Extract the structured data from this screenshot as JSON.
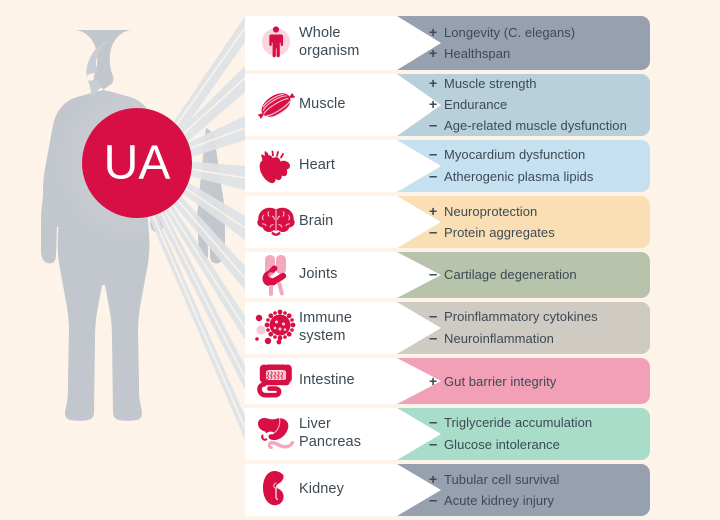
{
  "theme": {
    "background": "#fdf3e8",
    "badge_color": "#d80f45",
    "badge_text_color": "#ffffff",
    "silhouette_color": "#c2c7cd",
    "ray_color": "#dfe3e6",
    "text_color": "#3c4a55",
    "icon_color": "#d80f45"
  },
  "badge": {
    "label": "UA"
  },
  "signs": {
    "plus": "+",
    "minus": "–"
  },
  "figure": {
    "silhouette_name": "human-body-silhouette"
  },
  "rows": [
    {
      "organ": "Whole\norganism",
      "organ_line1": "Whole",
      "organ_line2": "organism",
      "icon": "whole-organism-icon",
      "panel_color": "#97a0ae",
      "effects": [
        {
          "sign": "+",
          "text": "Longevity (C. elegans)"
        },
        {
          "sign": "+",
          "text": "Healthspan"
        }
      ]
    },
    {
      "organ": "Muscle",
      "organ_line1": "Muscle",
      "organ_line2": "",
      "icon": "muscle-icon",
      "panel_color": "#b8d0dc",
      "effects": [
        {
          "sign": "+",
          "text": "Muscle strength"
        },
        {
          "sign": "+",
          "text": "Endurance"
        },
        {
          "sign": "–",
          "text": "Age-related muscle dysfunction"
        }
      ]
    },
    {
      "organ": "Heart",
      "organ_line1": "Heart",
      "organ_line2": "",
      "icon": "heart-icon",
      "panel_color": "#c5e0f0",
      "effects": [
        {
          "sign": "–",
          "text": "Myocardium dysfunction"
        },
        {
          "sign": "–",
          "text": "Atherogenic plasma lipids"
        }
      ]
    },
    {
      "organ": "Brain",
      "organ_line1": "Brain",
      "organ_line2": "",
      "icon": "brain-icon",
      "panel_color": "#fbdfb4",
      "effects": [
        {
          "sign": "+",
          "text": "Neuroprotection"
        },
        {
          "sign": "–",
          "text": "Protein aggregates"
        }
      ]
    },
    {
      "organ": "Joints",
      "organ_line1": "Joints",
      "organ_line2": "",
      "icon": "joints-icon",
      "panel_color": "#b7c3ab",
      "effects": [
        {
          "sign": "–",
          "text": "Cartilage degeneration"
        }
      ]
    },
    {
      "organ": "Immune\nsystem",
      "organ_line1": "Immune",
      "organ_line2": "system",
      "icon": "immune-system-icon",
      "panel_color": "#cfcac2",
      "effects": [
        {
          "sign": "–",
          "text": "Proinflammatory cytokines"
        },
        {
          "sign": "–",
          "text": "Neuroinflammation"
        }
      ]
    },
    {
      "organ": "Intestine",
      "organ_line1": "Intestine",
      "organ_line2": "",
      "icon": "intestine-icon",
      "panel_color": "#f2a0b8",
      "effects": [
        {
          "sign": "+",
          "text": "Gut barrier integrity"
        }
      ]
    },
    {
      "organ": "Liver\nPancreas",
      "organ_line1": "Liver",
      "organ_line2": "Pancreas",
      "icon": "liver-pancreas-icon",
      "panel_color": "#a8ddc9",
      "effects": [
        {
          "sign": "–",
          "text": "Triglyceride accumulation"
        },
        {
          "sign": "–",
          "text": "Glucose intolerance"
        }
      ]
    },
    {
      "organ": "Kidney",
      "organ_line1": "Kidney",
      "organ_line2": "",
      "icon": "kidney-icon",
      "panel_color": "#97a0ae",
      "effects": [
        {
          "sign": "+",
          "text": "Tubular cell survival"
        },
        {
          "sign": "–",
          "text": "Acute kidney injury"
        }
      ]
    }
  ]
}
